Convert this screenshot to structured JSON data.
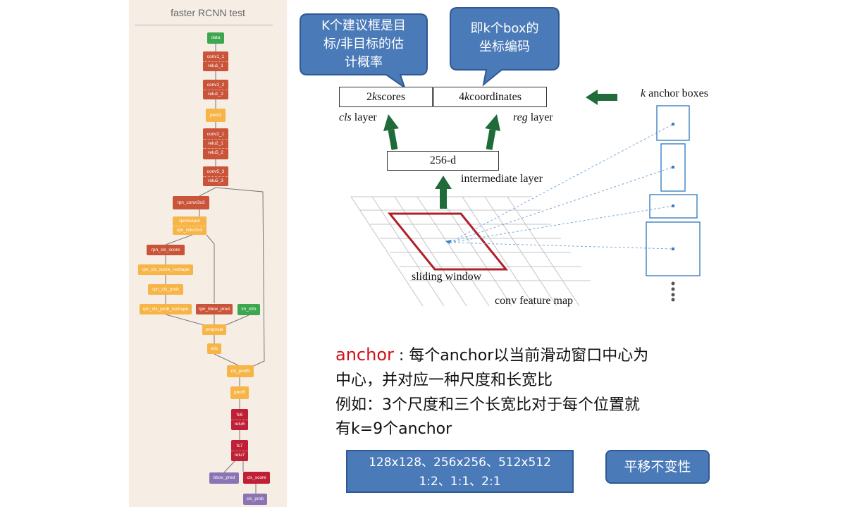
{
  "network": {
    "title": "faster RCNN test",
    "nodes": [
      {
        "id": "data",
        "lines": [
          "data"
        ]
      },
      {
        "id": "conv1",
        "lines": [
          "conv1_1",
          "relu1_1"
        ]
      },
      {
        "id": "conv1b",
        "lines": [
          "conv1_2",
          "relu1_2"
        ]
      },
      {
        "id": "pool1",
        "lines": [
          "pool1"
        ]
      },
      {
        "id": "conv2",
        "lines": [
          "conv2_1",
          "relu2_1",
          "relu5_2"
        ]
      },
      {
        "id": "conv5",
        "lines": [
          "conv5_3",
          "relu5_3"
        ]
      },
      {
        "id": "rpn_conv",
        "lines": [
          "rpn_conv/3x3"
        ]
      },
      {
        "id": "rpn_output",
        "lines": [
          "rpn/output",
          "rpn_relu/3x3"
        ]
      },
      {
        "id": "rpn_cls_score",
        "lines": [
          "rpn_cls_score"
        ]
      },
      {
        "id": "rpn_cls_score_reshape",
        "lines": [
          "rpn_cls_score_reshape"
        ]
      },
      {
        "id": "rpn_cls_prob",
        "lines": [
          "rpn_cls_prob"
        ]
      },
      {
        "id": "rpn_cls_prob_reshape",
        "lines": [
          "rpn_cls_prob_reshape"
        ]
      },
      {
        "id": "rpn_bbox_pred",
        "lines": [
          "rpn_bbox_pred"
        ]
      },
      {
        "id": "im_info",
        "lines": [
          "im_info"
        ]
      },
      {
        "id": "proposal",
        "lines": [
          "proposal"
        ]
      },
      {
        "id": "rois",
        "lines": [
          "rois"
        ]
      },
      {
        "id": "roi_pool5",
        "lines": [
          "roi_pool5"
        ]
      },
      {
        "id": "pool5",
        "lines": [
          "pool5"
        ]
      },
      {
        "id": "fc6",
        "lines": [
          "fc6",
          "relu6"
        ]
      },
      {
        "id": "fc7",
        "lines": [
          "fc7",
          "relu7"
        ]
      },
      {
        "id": "bbox_pred",
        "lines": [
          "bbox_pred"
        ]
      },
      {
        "id": "cls_score",
        "lines": [
          "cls_score"
        ]
      },
      {
        "id": "cls_prob",
        "lines": [
          "cls_prob"
        ]
      }
    ],
    "colors": {
      "green": "#3ea64f",
      "red": "#c9543a",
      "orange": "#f7b548",
      "crimson": "#c01f35",
      "purple": "#8a74b3"
    }
  },
  "callouts": {
    "left": "K个建议框是目标/非目标的估计概率",
    "left_lines": [
      "K个建议框是目",
      "标/非目标的估",
      "计概率"
    ],
    "right_lines": [
      "即k个box的",
      "坐标编码"
    ],
    "fill": "#4a7ab8",
    "border": "#2e5a93"
  },
  "diagram": {
    "scores_box": {
      "pre": "2",
      "k": "k",
      "post": " scores"
    },
    "coords_box": {
      "pre": "4",
      "k": "k",
      "post": " coordinates"
    },
    "cls_label": {
      "em": "cls",
      "rest": " layer"
    },
    "reg_label": {
      "em": "reg",
      "rest": " layer"
    },
    "hidden_box": "256-d",
    "intermediate": "intermediate layer",
    "sliding": "sliding window",
    "feature_map": "conv feature map",
    "anchor_title": {
      "k": "k",
      "rest": " anchor boxes"
    },
    "arrow_color": "#1f6b3a",
    "window_color": "#b0202a",
    "anchor_color": "#3a7fc1"
  },
  "text": {
    "anchor_word": "anchor",
    "line1_rest": " : 每个anchor以当前滑动窗口中心为",
    "line2": "中心，并对应一种尺度和长宽比",
    "line3": "例如：3个尺度和三个长宽比对于每个位置就",
    "line4": "有k=9个anchor",
    "anchor_color": "#d0101a"
  },
  "scales_box": {
    "line1": "128x128、256x256、512x512",
    "line2": "1:2、1:1、2:1"
  },
  "invariance_box": "平移不变性"
}
